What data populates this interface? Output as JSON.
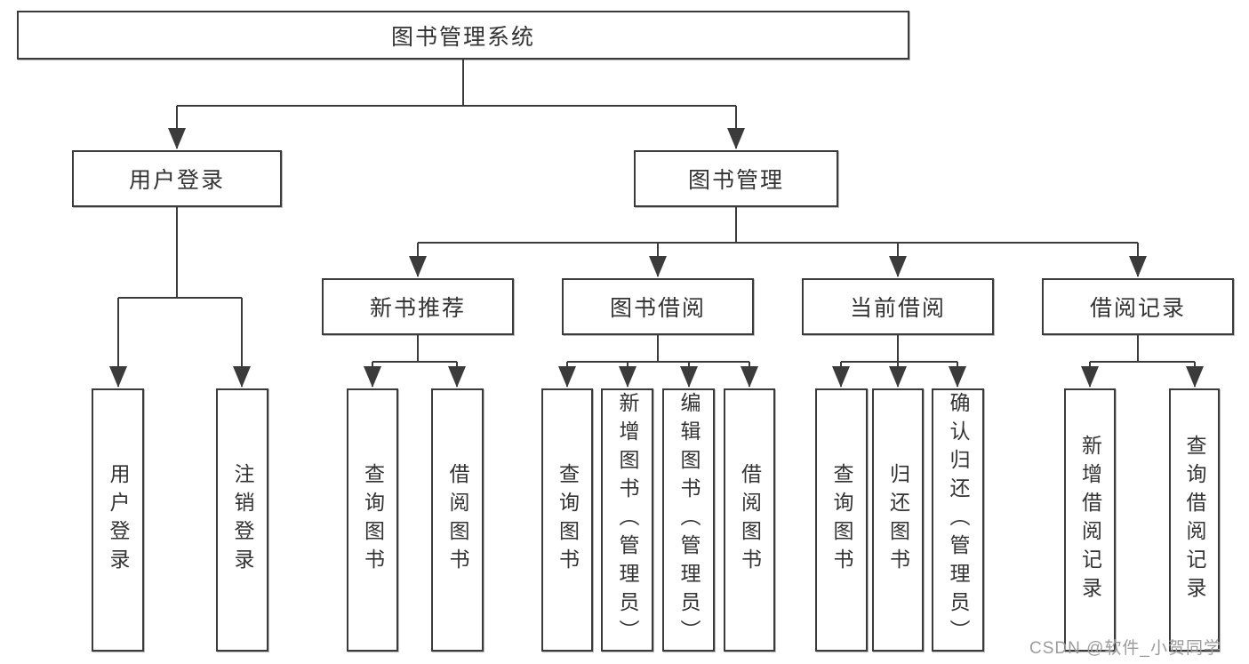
{
  "diagram": {
    "root": {
      "label": "图书管理系统"
    },
    "children": [
      {
        "label": "用户登录",
        "children": [
          {
            "label": "用户登录"
          },
          {
            "label": "注销登录"
          }
        ]
      },
      {
        "label": "图书管理",
        "children": [
          {
            "label": "新书推荐",
            "children": [
              {
                "label": "查询图书"
              },
              {
                "label": "借阅图书"
              }
            ]
          },
          {
            "label": "图书借阅",
            "children": [
              {
                "label": "查询图书"
              },
              {
                "label": "新增图书（管理员）"
              },
              {
                "label": "编辑图书（管理员）"
              },
              {
                "label": "借阅图书"
              }
            ]
          },
          {
            "label": "当前借阅",
            "children": [
              {
                "label": "查询图书"
              },
              {
                "label": "归还图书"
              },
              {
                "label": "确认归还（管理员）"
              }
            ]
          },
          {
            "label": "借阅记录",
            "children": [
              {
                "label": "新增借阅记录"
              },
              {
                "label": "查询借阅记录"
              }
            ]
          }
        ]
      }
    ]
  },
  "watermark": {
    "text": "CSDN @软件_小贺同学"
  },
  "colors": {
    "line": "#3b3b3b",
    "text": "#333333",
    "watermark": "#9b9b9b",
    "background": "#ffffff"
  }
}
